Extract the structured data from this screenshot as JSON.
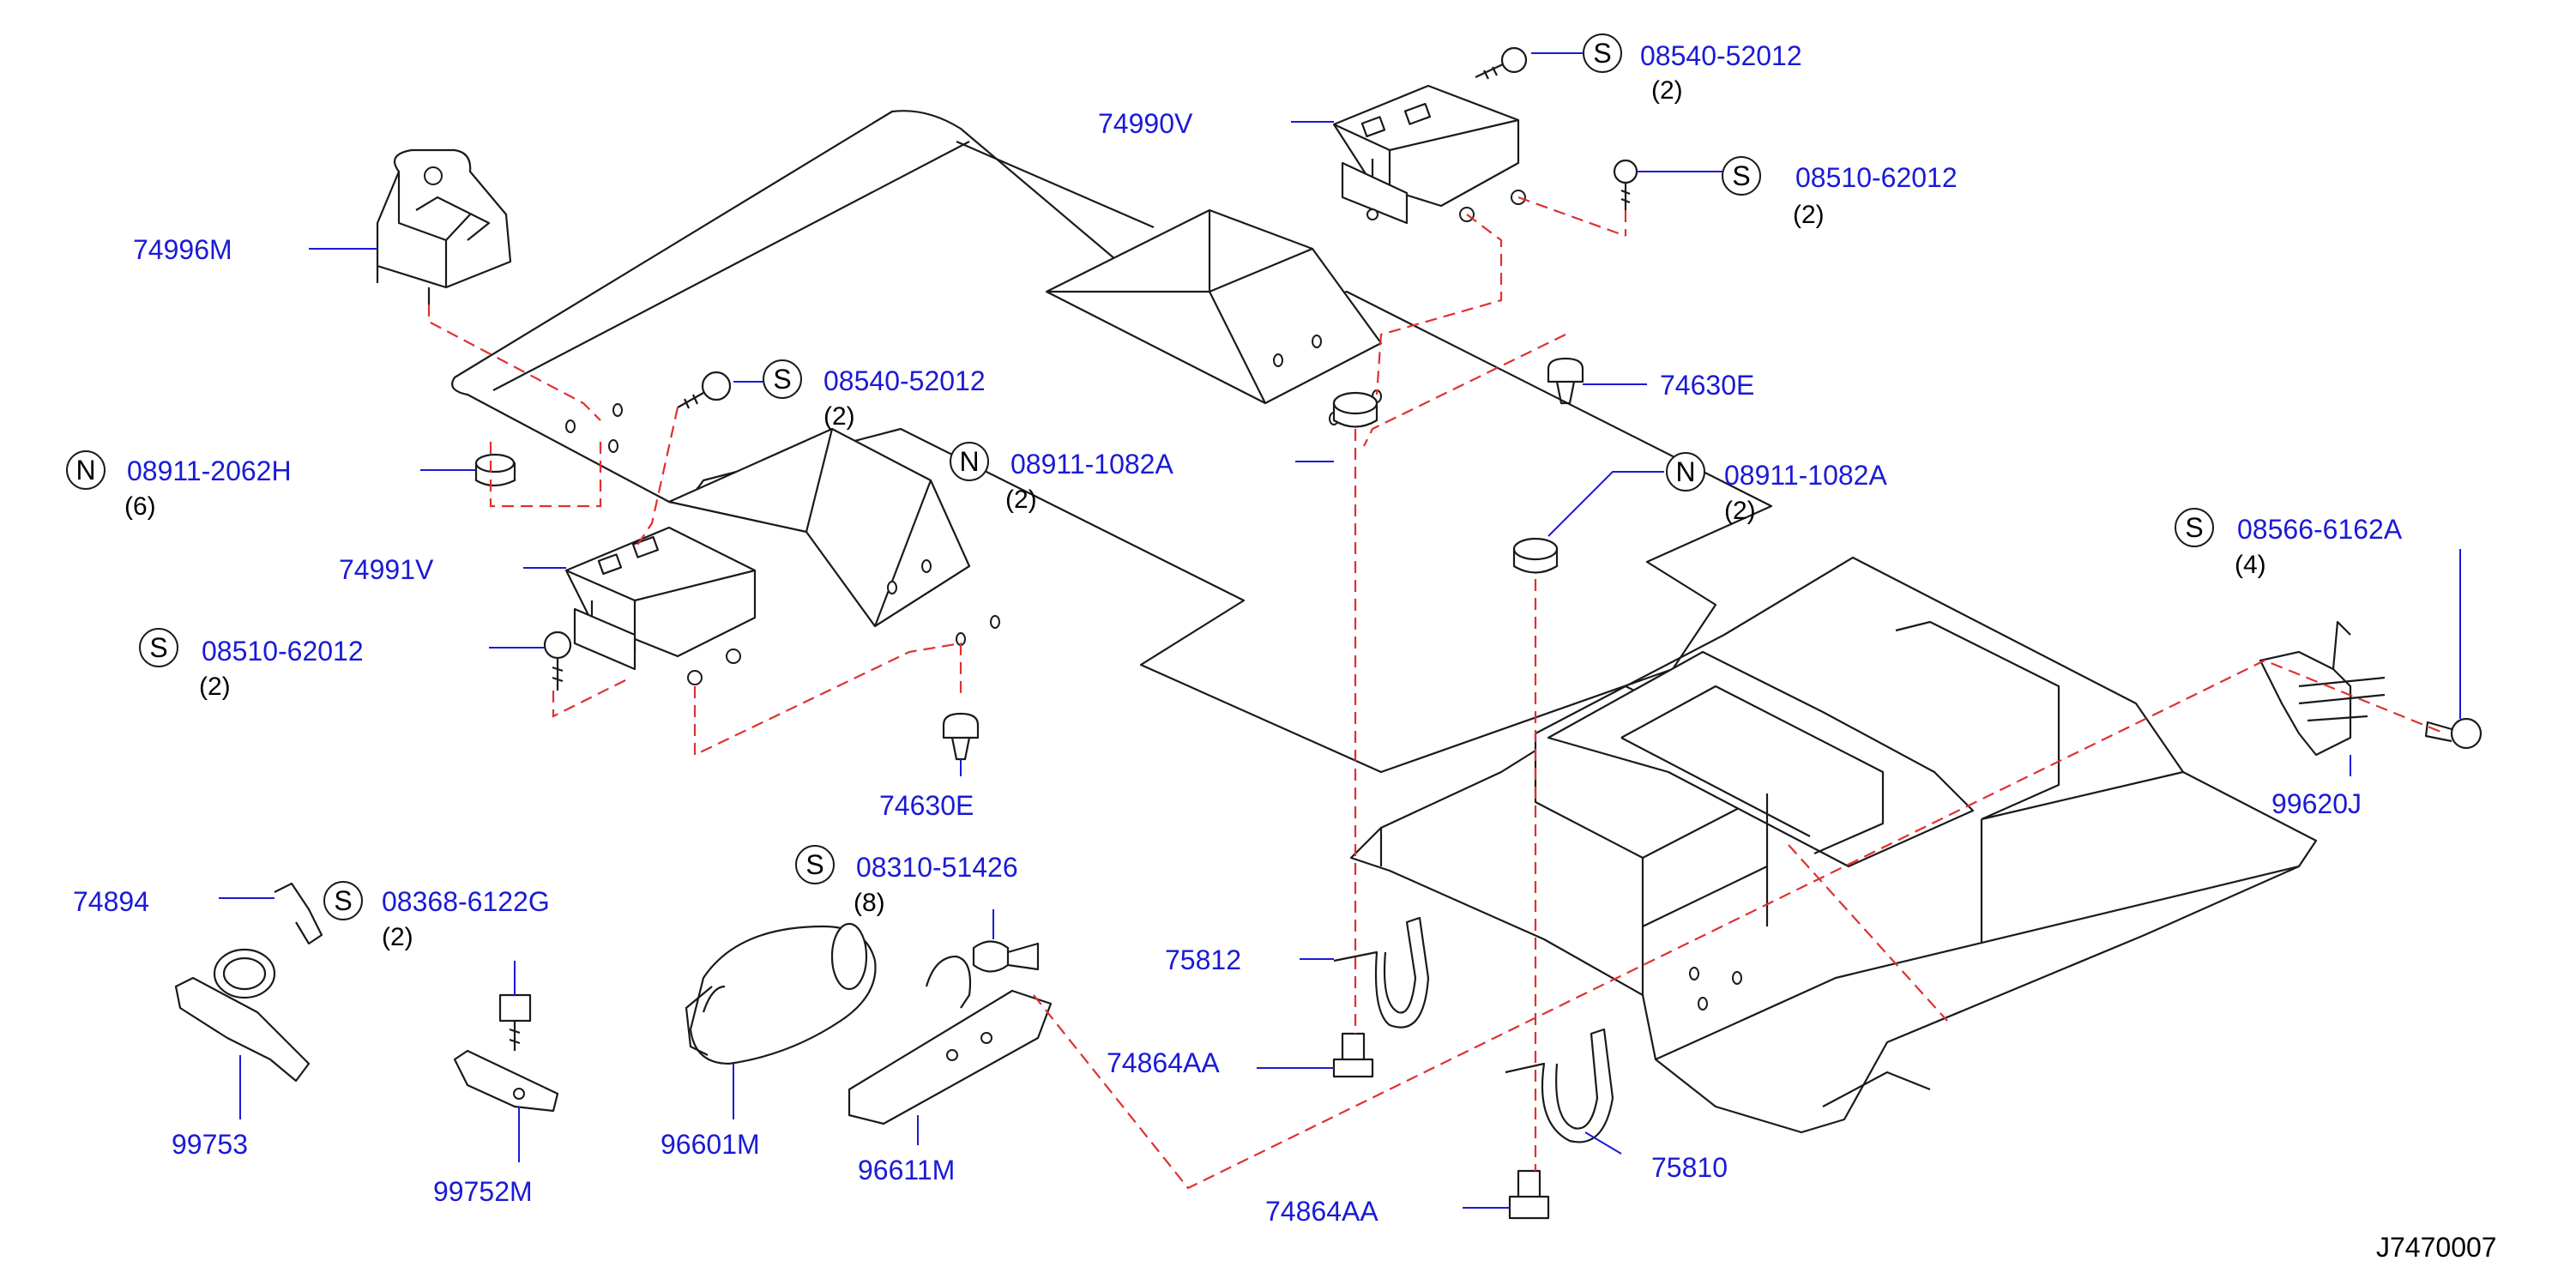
{
  "diagram_code": "J7470007",
  "colors": {
    "label": "#1a1ad6",
    "dash": "#e03030",
    "outline": "#1a1a1a"
  },
  "callouts": {
    "c74996m": {
      "part": "74996M"
    },
    "c08911_2062h": {
      "badge": "N",
      "part": "08911-2062H",
      "qty": "(6)"
    },
    "c08540_top": {
      "badge": "S",
      "part": "08540-52012",
      "qty": "(2)"
    },
    "c08540_mid": {
      "badge": "S",
      "part": "08540-52012",
      "qty": "(2)"
    },
    "c74990v": {
      "part": "74990V"
    },
    "c08510_top": {
      "badge": "S",
      "part": "08510-62012",
      "qty": "(2)"
    },
    "c74630e_top": {
      "part": "74630E"
    },
    "c08911_1082a_a": {
      "badge": "N",
      "part": "08911-1082A",
      "qty": "(2)"
    },
    "c08911_1082a_b": {
      "badge": "N",
      "part": "08911-1082A",
      "qty": "(2)"
    },
    "c74991v": {
      "part": "74991V"
    },
    "c08510_left": {
      "badge": "S",
      "part": "08510-62012",
      "qty": "(2)"
    },
    "c74630e_bot": {
      "part": "74630E"
    },
    "c08566": {
      "badge": "S",
      "part": "08566-6162A",
      "qty": "(4)"
    },
    "c99620j": {
      "part": "99620J"
    },
    "c74894": {
      "part": "74894"
    },
    "c08368": {
      "badge": "S",
      "part": "08368-6122G",
      "qty": "(2)"
    },
    "c99753": {
      "part": "99753"
    },
    "c99752m": {
      "part": "99752M"
    },
    "c08310": {
      "badge": "S",
      "part": "08310-51426",
      "qty": "(8)"
    },
    "c96601m": {
      "part": "96601M"
    },
    "c96611m": {
      "part": "96611M"
    },
    "c75812": {
      "part": "75812"
    },
    "c74864aa_a": {
      "part": "74864AA"
    },
    "c75810": {
      "part": "75810"
    },
    "c74864aa_b": {
      "part": "74864AA"
    }
  }
}
